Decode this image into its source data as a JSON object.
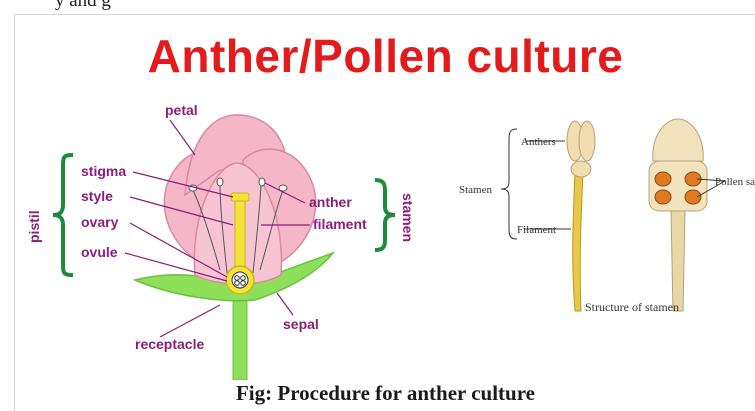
{
  "header_fragment": "y and g",
  "title": "Anther/Pollen culture",
  "flower_diagram": {
    "labels": {
      "petal": "petal",
      "stigma": "stigma",
      "style": "style",
      "ovary": "ovary",
      "ovule": "ovule",
      "anther": "anther",
      "filament": "filament",
      "receptacle": "receptacle",
      "sepal": "sepal",
      "pistil": "pistil",
      "stamen": "stamen"
    },
    "colors": {
      "label": "#8a1e7a",
      "bracket": "#1e8a3c",
      "petal": "#f5b6c8",
      "stem": "#8ee05a"
    }
  },
  "stamen_diagram": {
    "labels": {
      "anthers": "Anthers",
      "stamen": "Stamen",
      "filament": "Filament",
      "pollen_sac": "Pollen sac",
      "caption": "Structure of stamen"
    }
  },
  "caption": "Fig: Procedure for anther culture"
}
